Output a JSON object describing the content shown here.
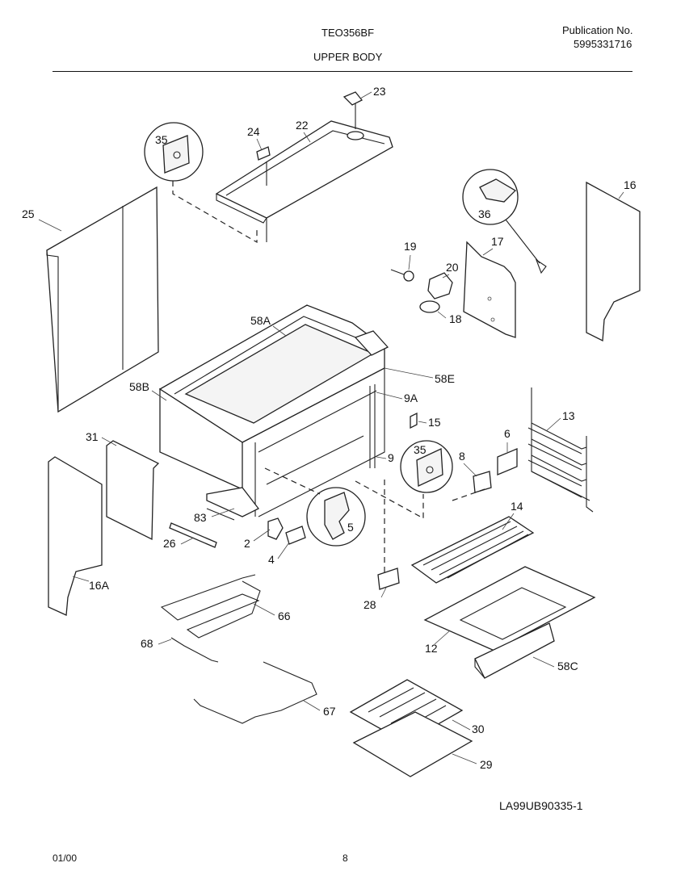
{
  "header": {
    "model": "TEO356BF",
    "section": "UPPER BODY",
    "publication_label": "Publication No.",
    "publication_number": "5995331716"
  },
  "diagram_code": "LA99UB90335-1",
  "footer": {
    "date": "01/00",
    "page": "8"
  },
  "callouts": {
    "c23": "23",
    "c24": "24",
    "c22": "22",
    "c35a": "35",
    "c36": "36",
    "c16": "16",
    "c25": "25",
    "c19": "19",
    "c20": "20",
    "c17": "17",
    "c18": "18",
    "c58a": "58A",
    "c58e": "58E",
    "c58b": "58B",
    "c9a": "9A",
    "c15": "15",
    "c31": "31",
    "c13": "13",
    "c6": "6",
    "c8": "8",
    "c35b": "35",
    "c9": "9",
    "c83": "83",
    "c5": "5",
    "c14": "14",
    "c26": "26",
    "c2": "2",
    "c4": "4",
    "c16a": "16A",
    "c28": "28",
    "c66": "66",
    "c12": "12",
    "c58c": "58C",
    "c68": "68",
    "c67": "67",
    "c30": "30",
    "c29": "29"
  }
}
